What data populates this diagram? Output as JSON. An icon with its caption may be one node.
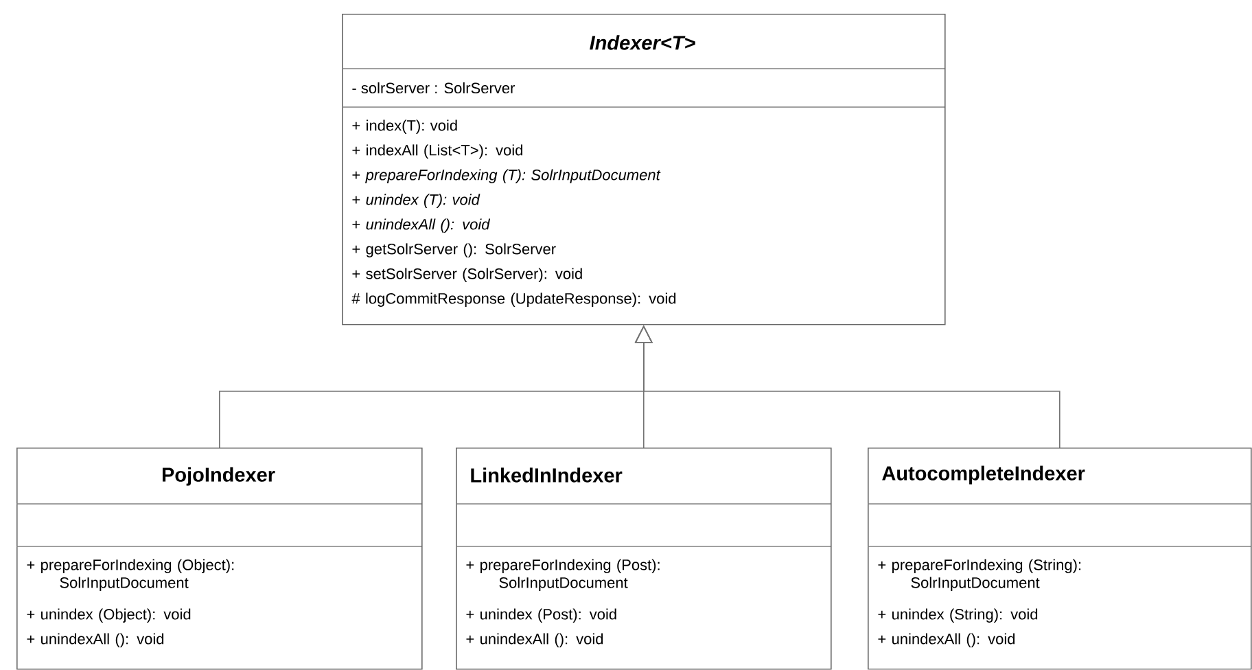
{
  "diagram": {
    "nodes": [
      {
        "text": [
          "*Indexer<T>*",
          "- solrServer : SolrServer",
          "+ index(T): void",
          "+ indexAll (List<T>): void",
          "+ *prepareForIndexing (T): SolrInputDocument*",
          "+ *unindex (T): void*",
          "+ *unindexAll (): void*",
          "+ getSolrServer (): SolrServer",
          "+ setSolrServer (SolrServer): void",
          "# logCommitResponse (UpdateResponse): void"
        ]
      },
      {
        "text": [
          "PojoIndexer",
          "+ prepareForIndexing (Object): SolrInputDocument",
          "+ unindex (Object): void",
          "+ unindexAll (): void"
        ]
      },
      {
        "text": [
          "LinkedInIndexer",
          "+ prepareForIndexing (Post): SolrInputDocument",
          "+ unindex (Post): void",
          "+ unindexAll (): void"
        ]
      },
      {
        "text": [
          "AutocompleteIndexer",
          "+ prepareForIndexing (String): SolrInputDocument",
          "+ unindex (String): void",
          "+ unindexAll (): void"
        ]
      }
    ],
    "edges": [
      {
        "from": 1,
        "to": 0,
        "arrow": "to"
      },
      {
        "from": 2,
        "to": 0,
        "arrow": "to"
      },
      {
        "from": 3,
        "to": 0,
        "arrow": "to"
      }
    ]
  }
}
